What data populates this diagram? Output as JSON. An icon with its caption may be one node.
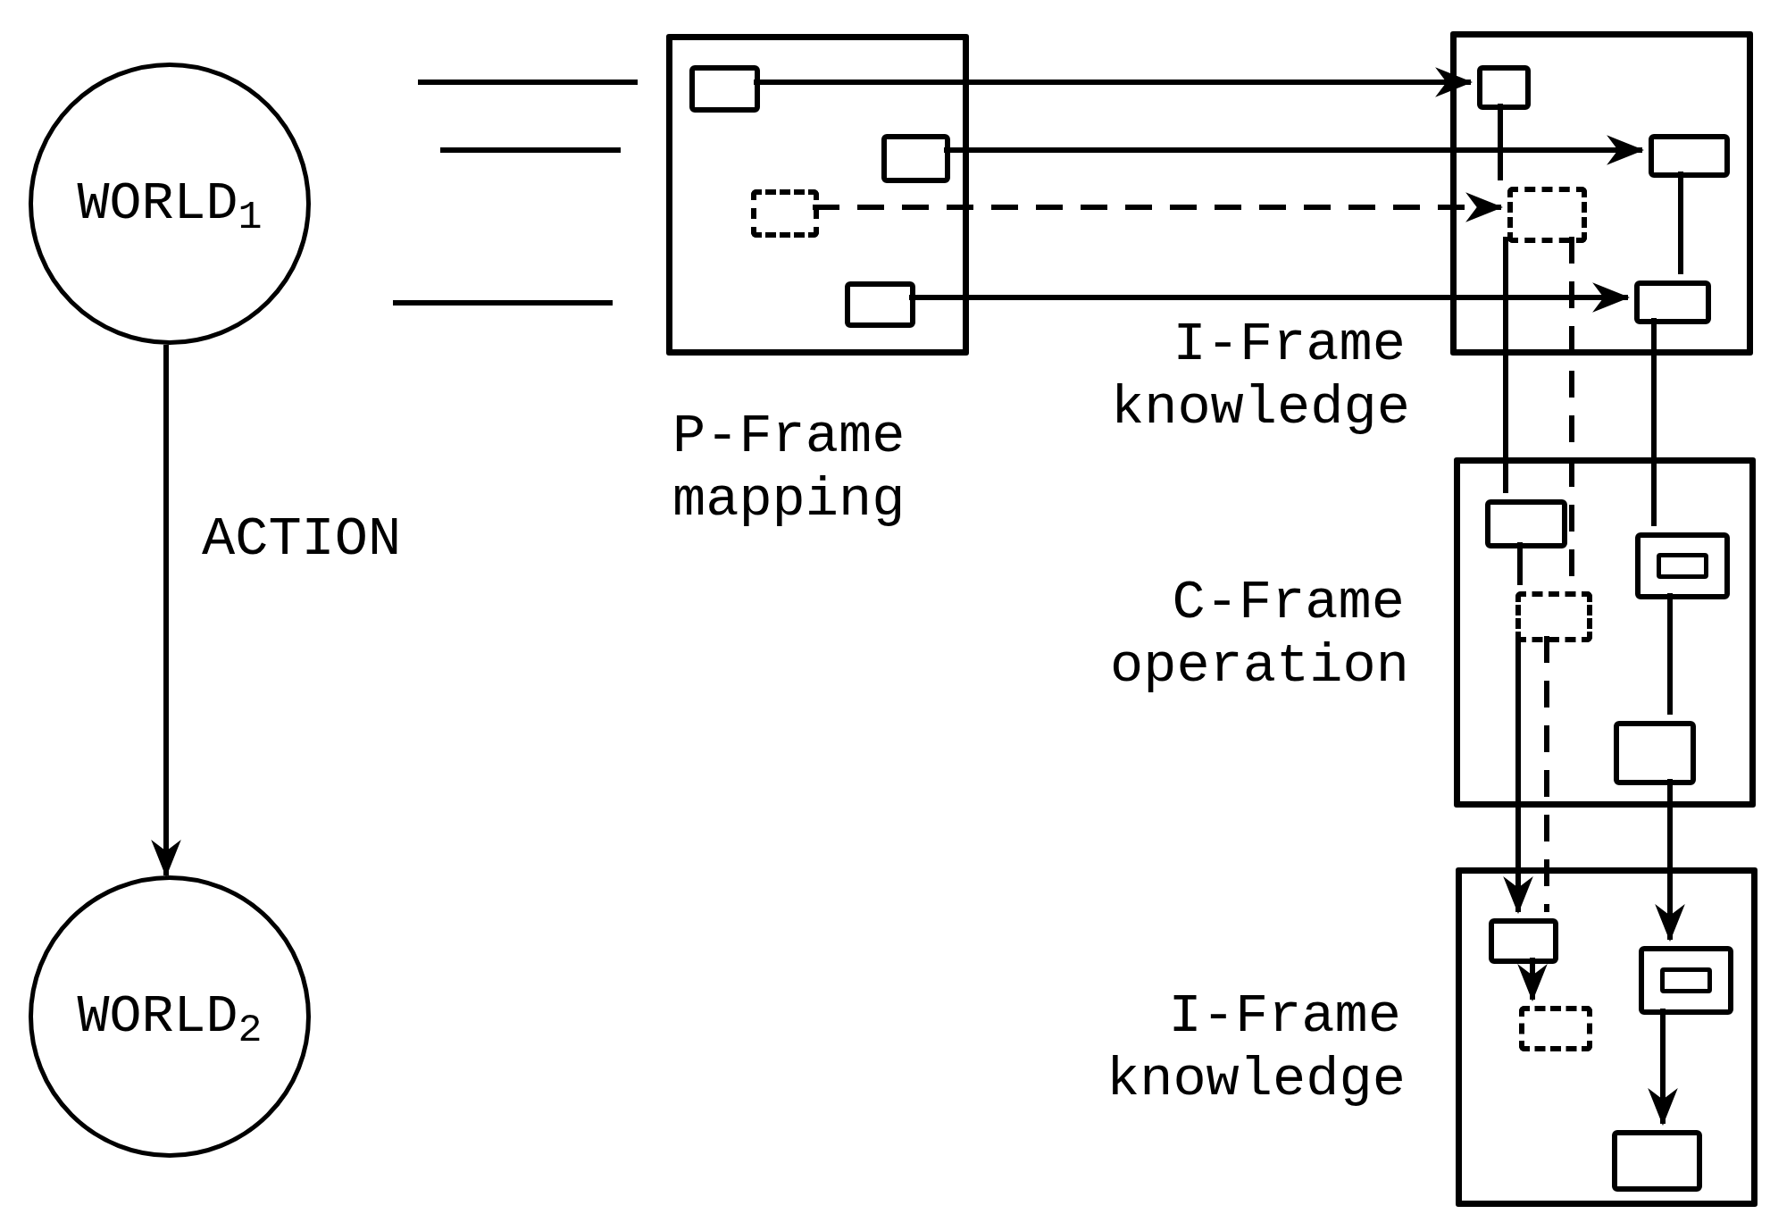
{
  "diagram": {
    "nodes": [
      {
        "text": [
          "WORLD$_{1}$"
        ]
      },
      {
        "text": [
          "WORLD$_{2}$"
        ]
      },
      {
        "text": [
          "P-Frame mapping"
        ]
      },
      {
        "text": [],
        "shape": "box",
        "in": 2
      },
      {
        "text": [],
        "shape": "box",
        "in": 2
      },
      {
        "text": [],
        "shape": "box",
        "in": 2
      },
      {
        "text": [],
        "shape": "box",
        "in": 2
      },
      {
        "text": [
          "I-Frame knowledge"
        ]
      },
      {
        "text": [],
        "shape": "box",
        "in": 7
      },
      {
        "text": [],
        "shape": "box",
        "in": 7
      },
      {
        "text": [],
        "shape": "box",
        "in": 7
      },
      {
        "text": [],
        "shape": "box",
        "in": 7
      },
      {
        "text": [
          "C-Frame operation"
        ]
      },
      {
        "text": [],
        "shape": "box",
        "in": 12
      },
      {
        "text": [],
        "shape": "box",
        "in": 12
      },
      {
        "text": [],
        "shape": "box",
        "in": 12
      },
      {
        "text": [],
        "shape": "box",
        "in": 12
      },
      {
        "text": [
          "I-Frame knowledge"
        ]
      },
      {
        "text": [],
        "shape": "box",
        "in": 17
      },
      {
        "text": [],
        "shape": "box",
        "in": 17
      },
      {
        "text": [],
        "shape": "box",
        "in": 17
      },
      {
        "text": [],
        "shape": "box",
        "in": 17
      }
    ],
    "edges": [
      {
        "from": 0,
        "to": 1,
        "arrow": "to",
        "label": "ACTION"
      },
      {
        "from": 3,
        "to": 8,
        "arrow": "to"
      },
      {
        "from": 4,
        "to": 9,
        "arrow": "to"
      },
      {
        "from": 5,
        "to": 10,
        "arrow": "to",
        "style": "dashed"
      },
      {
        "from": 6,
        "to": 11,
        "arrow": "to"
      },
      {
        "from": 8,
        "to": 10,
        "arrow": "none"
      },
      {
        "from": 10,
        "to": 13,
        "arrow": "none"
      },
      {
        "from": 10,
        "to": 14,
        "arrow": "none",
        "style": "dashed"
      },
      {
        "from": 9,
        "to": 11,
        "arrow": "none"
      },
      {
        "from": 11,
        "to": 15,
        "arrow": "none"
      },
      {
        "from": 13,
        "to": 14,
        "arrow": "none"
      },
      {
        "from": 14,
        "to": 18,
        "arrow": "to"
      },
      {
        "from": 14,
        "to": 18,
        "arrow": "none",
        "style": "dashed"
      },
      {
        "from": 15,
        "to": 16,
        "arrow": "none"
      },
      {
        "from": 16,
        "to": 20,
        "arrow": "to"
      },
      {
        "from": 20,
        "to": 21,
        "arrow": "to"
      },
      {
        "from": 18,
        "to": 19,
        "arrow": "to"
      }
    ]
  }
}
